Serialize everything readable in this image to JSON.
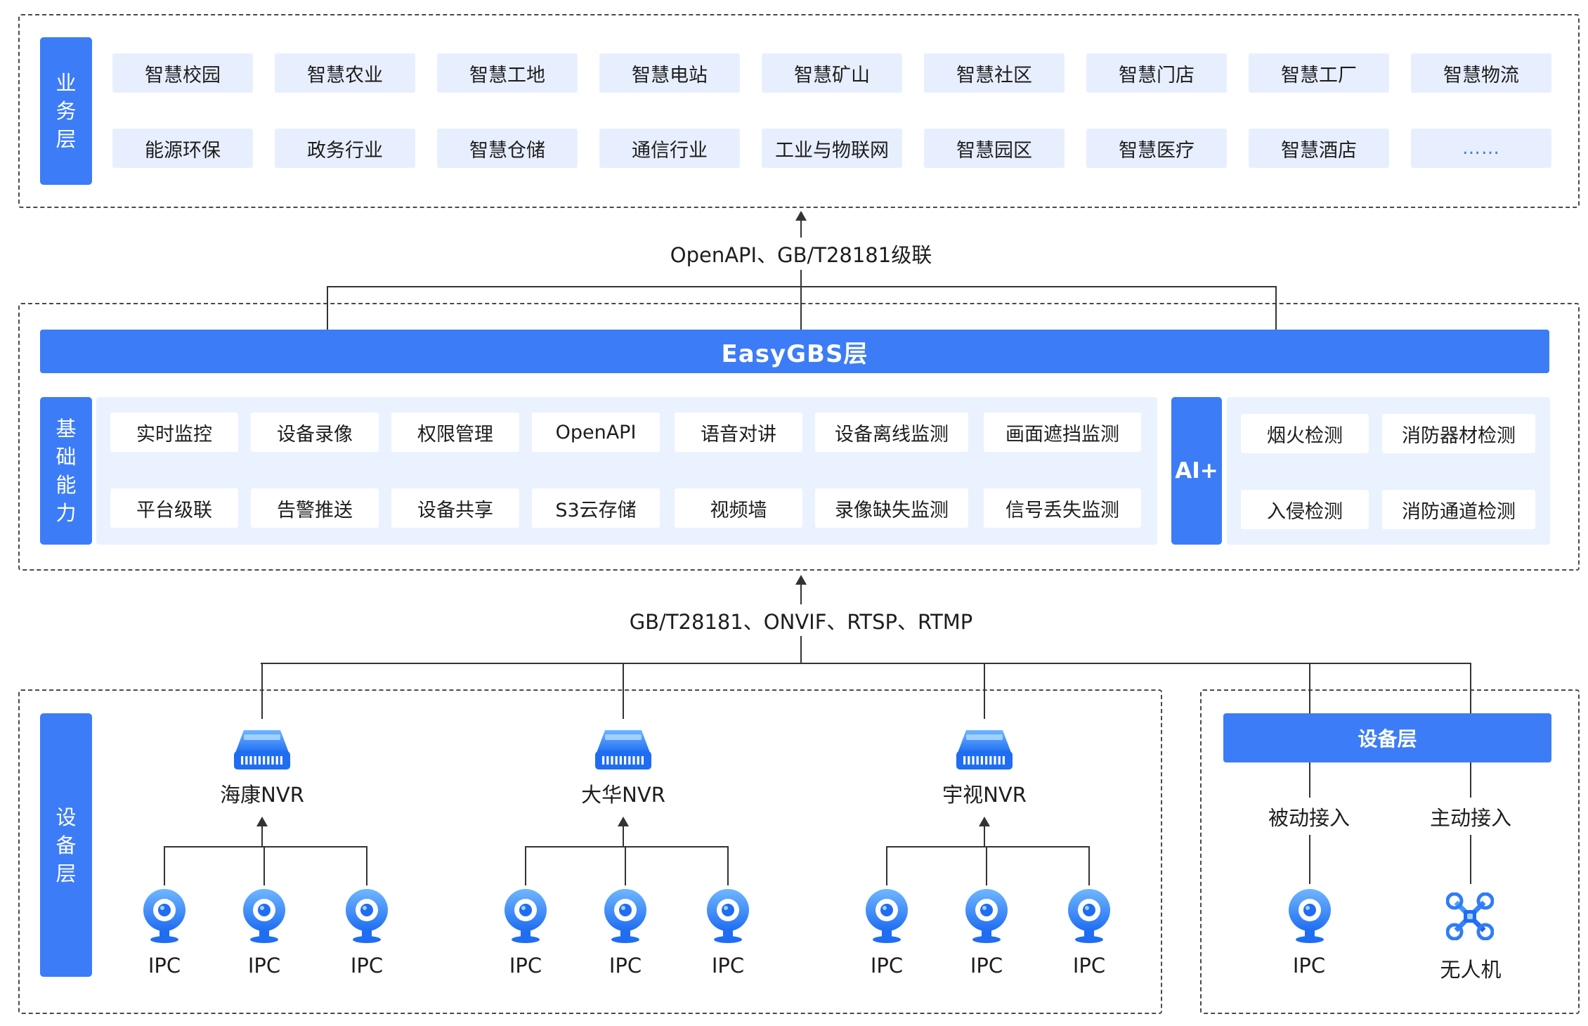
{
  "business_layer": {
    "title": "业务层",
    "row1": [
      "智慧校园",
      "智慧农业",
      "智慧工地",
      "智慧电站",
      "智慧矿山",
      "智慧社区",
      "智慧门店",
      "智慧工厂",
      "智慧物流"
    ],
    "row2": [
      "能源环保",
      "政务行业",
      "智慧仓储",
      "通信行业",
      "工业与物联网",
      "智慧园区",
      "智慧医疗",
      "智慧酒店",
      "……"
    ]
  },
  "upper_connector": {
    "label": "OpenAPI、GB/T28181级联"
  },
  "easygbs_layer": {
    "band_title": "EasyGBS层",
    "basic_title": "基础能力",
    "basic_row1": [
      "实时监控",
      "设备录像",
      "权限管理",
      "OpenAPI",
      "语音对讲",
      "设备离线监测",
      "画面遮挡监测"
    ],
    "basic_row2": [
      "平台级联",
      "告警推送",
      "设备共享",
      "S3云存储",
      "视频墙",
      "录像缺失监测",
      "信号丢失监测"
    ],
    "ai_title": "AI+",
    "ai_row1": [
      "烟火检测",
      "消防器材检测"
    ],
    "ai_row2": [
      "入侵检测",
      "消防通道检测"
    ]
  },
  "lower_connector": {
    "label": "GB/T28181、ONVIF、RTSP、RTMP"
  },
  "device_layer": {
    "title": "设备层",
    "nvrs": [
      {
        "label": "海康NVR",
        "icon": "nvr-icon",
        "cameras": [
          "IPC",
          "IPC",
          "IPC"
        ]
      },
      {
        "label": "大华NVR",
        "icon": "nvr-icon",
        "cameras": [
          "IPC",
          "IPC",
          "IPC"
        ]
      },
      {
        "label": "宇视NVR",
        "icon": "nvr-icon",
        "cameras": [
          "IPC",
          "IPC",
          "IPC"
        ]
      }
    ]
  },
  "access_layer": {
    "title": "设备层",
    "passive_label": "被动接入",
    "active_label": "主动接入",
    "passive_device": "IPC",
    "active_device": "无人机"
  },
  "colors": {
    "accent": "#3c7cf6",
    "light_panel": "#e7efff",
    "icon_gradient_top": "#6fb6ff",
    "icon_gradient_bottom": "#1f6df2"
  }
}
